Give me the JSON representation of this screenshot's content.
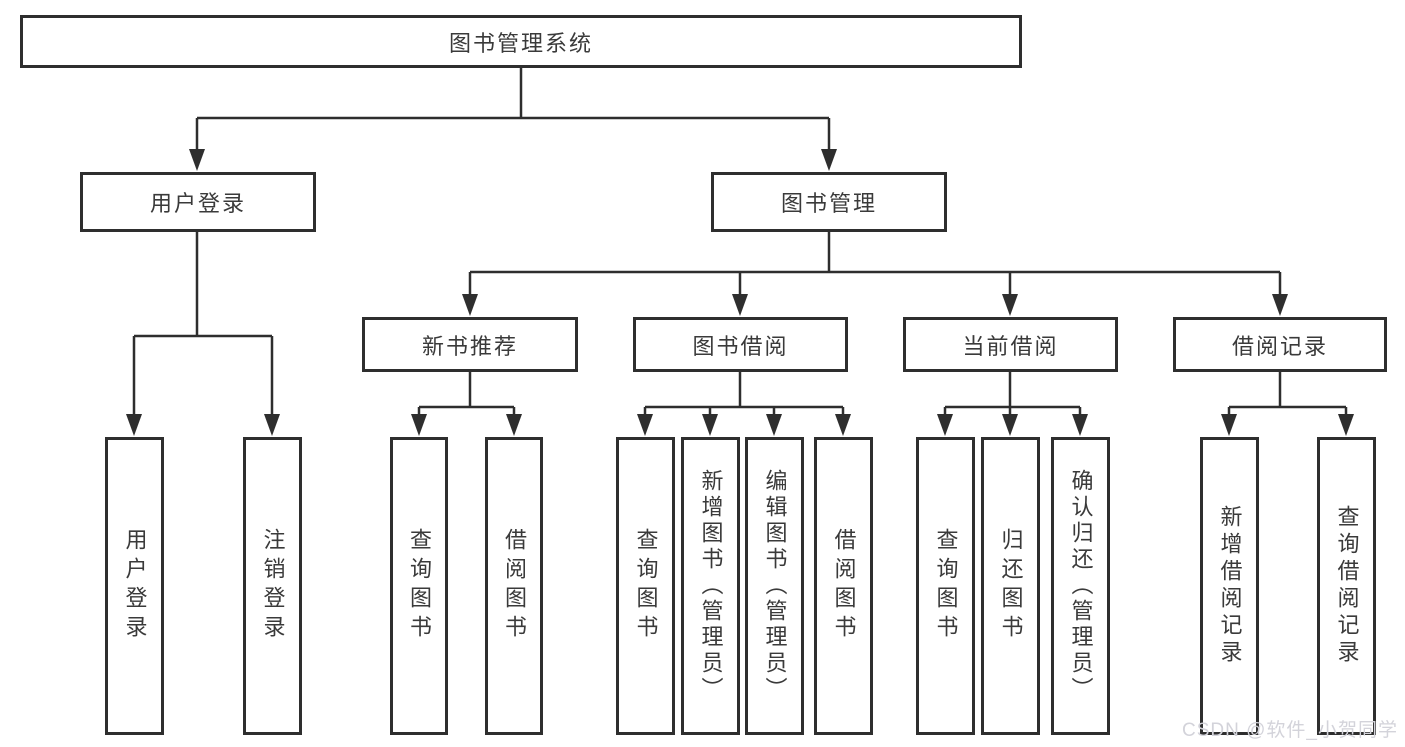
{
  "tree": {
    "label": "图书管理系统",
    "children": [
      {
        "label": "用户登录",
        "children": [
          {
            "label": "用户登录"
          },
          {
            "label": "注销登录"
          }
        ]
      },
      {
        "label": "图书管理",
        "children": [
          {
            "label": "新书推荐",
            "children": [
              {
                "label": "查询图书"
              },
              {
                "label": "借阅图书"
              }
            ]
          },
          {
            "label": "图书借阅",
            "children": [
              {
                "label": "查询图书"
              },
              {
                "label": "新增图书（管理员）"
              },
              {
                "label": "编辑图书（管理员）"
              },
              {
                "label": "借阅图书"
              }
            ]
          },
          {
            "label": "当前借阅",
            "children": [
              {
                "label": "查询图书"
              },
              {
                "label": "归还图书"
              },
              {
                "label": "确认归还（管理员）"
              }
            ]
          },
          {
            "label": "借阅记录",
            "children": [
              {
                "label": "新增借阅记录"
              },
              {
                "label": "查询借阅记录"
              }
            ]
          }
        ]
      }
    ]
  },
  "watermark": "CSDN @软件_小贺同学",
  "colors": {
    "line": "#2e2e2e",
    "text": "#3a3a3a",
    "background": "#ffffff",
    "watermark": "#d3d3da"
  }
}
